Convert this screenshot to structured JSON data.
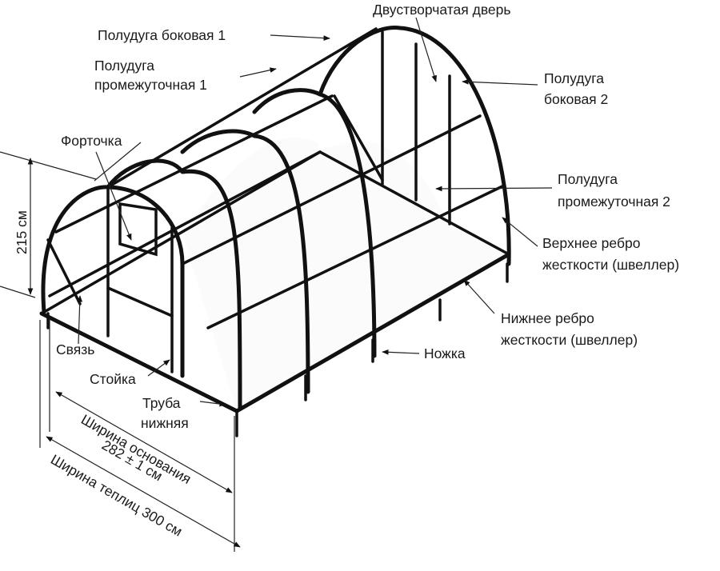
{
  "labels": {
    "door": "Двустворчатая дверь",
    "side_arch_1": "Полудуга боковая 1",
    "inter_arch_1_line1": "Полудуга",
    "inter_arch_1_line2": "промежуточная 1",
    "side_arch_2_line1": "Полудуга",
    "side_arch_2_line2": "боковая 2",
    "vent": "Форточка",
    "inter_arch_2_line1": "Полудуга",
    "inter_arch_2_line2": "промежуточная 2",
    "upper_rib_line1": "Верхнее ребро",
    "upper_rib_line2": "жесткости (швеллер)",
    "lower_rib_line1": "Нижнее ребро",
    "lower_rib_line2": "жесткости (швеллер)",
    "tie": "Связь",
    "leg": "Ножка",
    "post": "Стойка",
    "bottom_pipe_line1": "Труба",
    "bottom_pipe_line2": "нижняя",
    "base_width_line1": "Ширина основания",
    "base_width_line2": "282 ± 1 см",
    "total_width": "Ширина теплиц 300 см",
    "height": "215 см"
  },
  "colors": {
    "frame": "#111111",
    "text": "#1a1a1a",
    "background": "#ffffff"
  }
}
